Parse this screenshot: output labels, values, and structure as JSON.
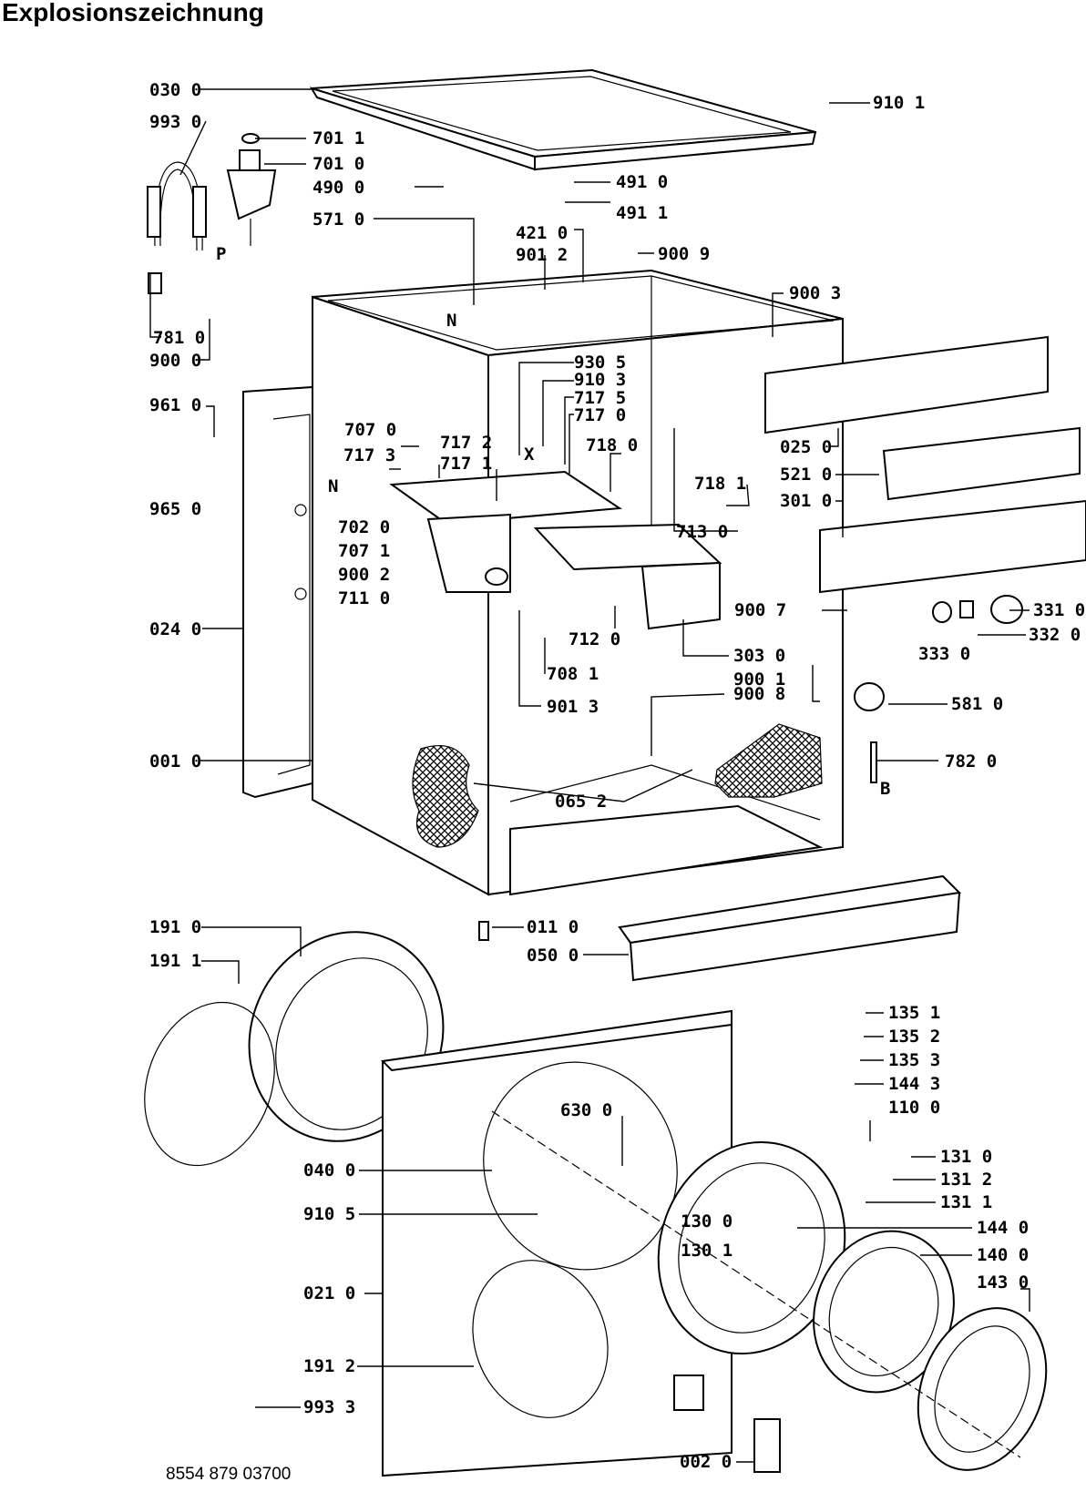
{
  "title": "Explosionszeichnung",
  "document_number": "8554 879 03700",
  "assembly_letters": [
    "N",
    "P",
    "X",
    "N",
    "B"
  ],
  "labels": {
    "030_0": "030 0",
    "910_1": "910 1",
    "993_0": "993 0",
    "701_1": "701 1",
    "701_0": "701 0",
    "490_0": "490 0",
    "491_0": "491 0",
    "491_1": "491 1",
    "571_0": "571 0",
    "421_0": "421 0",
    "901_2": "901 2",
    "900_9": "900 9",
    "781_0": "781 0",
    "900_0": "900 0",
    "900_3": "900 3",
    "930_5": "930 5",
    "910_3": "910 3",
    "717_5": "717 5",
    "717_0": "717 0",
    "718_0": "718 0",
    "961_0": "961 0",
    "707_0": "707 0",
    "717_2": "717 2",
    "717_3": "717 3",
    "717_1": "717 1",
    "965_0": "965 0",
    "702_0": "702 0",
    "707_1": "707 1",
    "900_2": "900 2",
    "711_0": "711 0",
    "025_0": "025 0",
    "521_0": "521 0",
    "718_1": "718 1",
    "301_0": "301 0",
    "713_0": "713 0",
    "024_0": "024 0",
    "900_7": "900 7",
    "331_0": "331 0",
    "332_0": "332 0",
    "333_0": "333 0",
    "712_0": "712 0",
    "303_0": "303 0",
    "708_1": "708 1",
    "900_1": "900 1",
    "901_3": "901 3",
    "900_8": "900 8",
    "581_0": "581 0",
    "001_0": "001 0",
    "782_0": "782 0",
    "065_2": "065 2",
    "191_0": "191 0",
    "011_0": "011 0",
    "050_0": "050 0",
    "191_1": "191 1",
    "135_1": "135 1",
    "135_2": "135 2",
    "135_3": "135 3",
    "144_3": "144 3",
    "630_0": "630 0",
    "110_0": "110 0",
    "040_0": "040 0",
    "131_0": "131 0",
    "131_2": "131 2",
    "131_1": "131 1",
    "910_5": "910 5",
    "130_0": "130 0",
    "144_0": "144 0",
    "130_1": "130 1",
    "140_0": "140 0",
    "021_0": "021 0",
    "143_0": "143 0",
    "191_2": "191 2",
    "993_3": "993 3",
    "002_0": "002 0"
  }
}
